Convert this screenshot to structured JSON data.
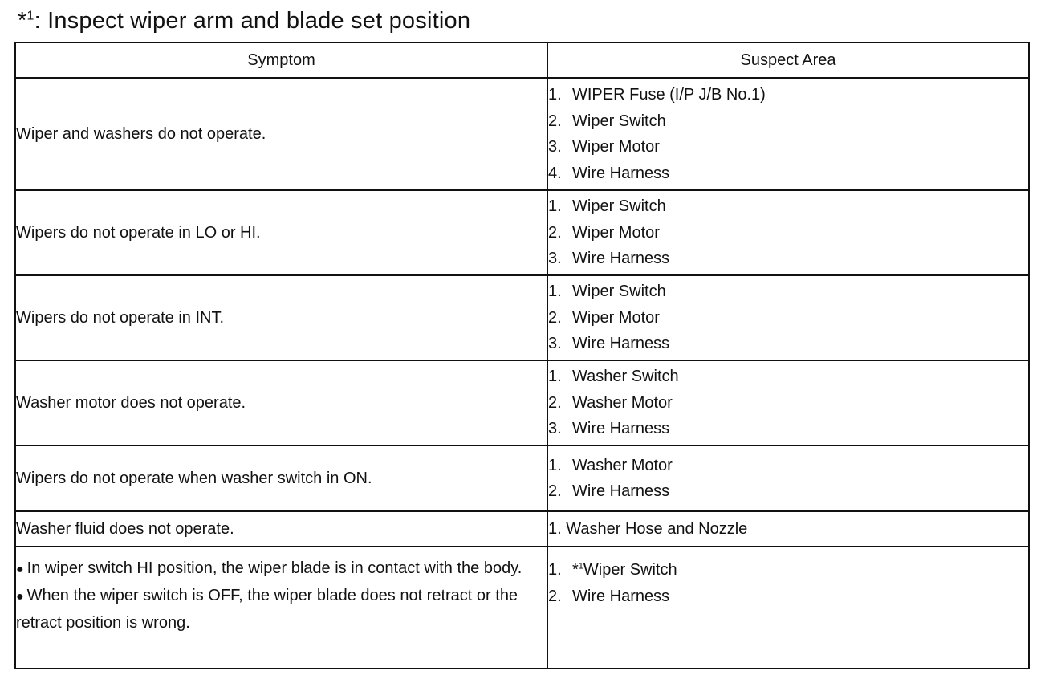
{
  "note": {
    "marker": "*",
    "marker_sup": "1",
    "text": ": Inspect wiper arm and blade set position"
  },
  "table": {
    "headers": {
      "symptom": "Symptom",
      "suspect_area": "Suspect Area"
    },
    "rows": [
      {
        "symptom": "Wiper and washers do not operate.",
        "areas": [
          {
            "num": "1.",
            "text": "WIPER Fuse (I/P J/B No.1)"
          },
          {
            "num": "2.",
            "text": "Wiper Switch"
          },
          {
            "num": "3.",
            "text": "Wiper Motor"
          },
          {
            "num": "4.",
            "text": "Wire Harness"
          }
        ]
      },
      {
        "symptom": "Wipers do not operate in LO or HI.",
        "areas": [
          {
            "num": "1.",
            "text": "Wiper Switch"
          },
          {
            "num": "2.",
            "text": "Wiper Motor"
          },
          {
            "num": "3.",
            "text": "Wire Harness"
          }
        ]
      },
      {
        "symptom": "Wipers do not operate in INT.",
        "areas": [
          {
            "num": "1.",
            "text": "Wiper Switch"
          },
          {
            "num": "2.",
            "text": "Wiper Motor"
          },
          {
            "num": "3.",
            "text": "Wire Harness"
          }
        ]
      },
      {
        "symptom": "Washer motor does not operate.",
        "areas": [
          {
            "num": "1.",
            "text": "Washer Switch"
          },
          {
            "num": "2.",
            "text": "Washer Motor"
          },
          {
            "num": "3.",
            "text": "Wire Harness"
          }
        ]
      },
      {
        "symptom": "Wipers do not operate when washer switch in ON.",
        "areas": [
          {
            "num": "1.",
            "text": "Washer Motor"
          },
          {
            "num": "2.",
            "text": "Wire Harness"
          }
        ]
      },
      {
        "symptom": "Washer fluid does not operate.",
        "areas": [
          {
            "num": "",
            "text": "1. Washer Hose and Nozzle"
          }
        ]
      }
    ],
    "last_row": {
      "symptoms": [
        "In wiper switch HI position, the wiper blade is in contact with the body.",
        "When the wiper switch is OFF, the wiper blade does not retract or the retract position is wrong."
      ],
      "bullet": "●",
      "areas": [
        {
          "num": "1.",
          "prefix": "*",
          "prefix_sup": "1",
          "text": "Wiper Switch"
        },
        {
          "num": "2.",
          "text": "Wire Harness"
        }
      ]
    }
  }
}
